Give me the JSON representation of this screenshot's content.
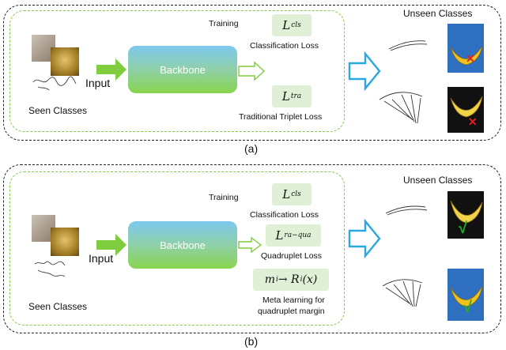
{
  "panel_a": {
    "caption": "(a)",
    "input_label": "Input",
    "seen_label": "Seen Classes",
    "backbone_label": "Backbone",
    "training_label": "Training",
    "loss1_symbol": "L",
    "loss1_sub": "cls",
    "loss1_label": "Classification Loss",
    "loss2_symbol": "L",
    "loss2_sub": "tra",
    "loss2_label": "Traditional Triplet Loss",
    "unseen_label": "Unseen Classes",
    "result_marks": [
      "✕",
      "✕"
    ]
  },
  "panel_b": {
    "caption": "(b)",
    "input_label": "Input",
    "seen_label": "Seen Classes",
    "backbone_label": "Backbone",
    "training_label": "Training",
    "loss1_symbol": "L",
    "loss1_sub": "cls",
    "loss1_label": "Classification Loss",
    "loss2_symbol": "L",
    "loss2_sub": "ra−qua",
    "loss2_label": "Quadruplet Loss",
    "meta_formula": "m",
    "meta_sub": "i",
    "meta_formula_rest": " → R",
    "meta_sub2": "i",
    "meta_arg": "(x)",
    "meta_label_line1": "Meta learning for",
    "meta_label_line2": "quadruplet margin",
    "unseen_label": "Unseen Classes",
    "result_marks": [
      "√",
      "√"
    ]
  },
  "colors": {
    "green_dash": "#8ac84a",
    "arrow_green": "#7fcc3f",
    "arrow_blue": "#2aa6e0",
    "wrong_mark": "#e02020",
    "right_mark": "#22b022",
    "loss_box": "#dff0d6"
  },
  "icons": [
    "right-arrow-icon",
    "hollow-arrow-icon",
    "big-blue-arrow-icon",
    "cross-icon",
    "check-icon"
  ]
}
